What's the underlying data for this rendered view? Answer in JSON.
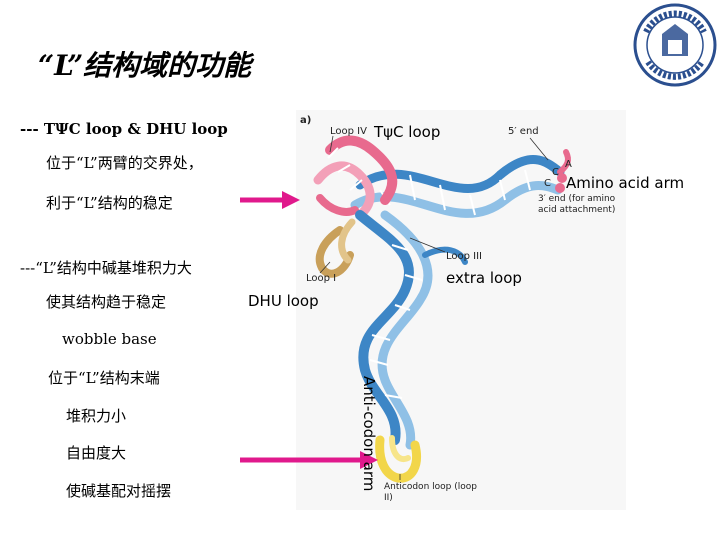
{
  "title": "“L”结构域的功能",
  "points": {
    "p1_heading": "--- TΨC loop & DHU loop",
    "p1_line1": "位于“L”两臂的交界处，",
    "p1_line2": "利于“L”结构的稳定",
    "p2_heading": "---“L”结构中碱基堆积力大",
    "p2_line1": "使其结构趋于稳定",
    "p3_heading": "wobble base",
    "p3_line1": "位于“L”结构末端",
    "p3_line2": "堆积力小",
    "p3_line3": "自由度大",
    "p3_line4": "使碱基配对摇摆"
  },
  "figure": {
    "panel_label": "a)",
    "loop4": "Loop IV",
    "tpsic_loop": "TψC loop",
    "five_end": "5′ end",
    "nuc_a": "A",
    "nuc_c": "C",
    "nuc_c2": "C",
    "amino_acid_arm": "Amino acid arm",
    "three_end": "3′ end (for amino acid attachment)",
    "loop3": "Loop III",
    "extra_loop": "extra loop",
    "loop1": "Loop I",
    "dhu_loop": "DHU loop",
    "anticodon_arm": "Anti-codon arm",
    "anticodon_loop": "Anticodon loop (loop II)"
  },
  "colors": {
    "arrow": "#e0198c",
    "pink_strand": "#e86a8e",
    "blue_strand": "#3d86c6",
    "light_blue": "#8fc0e6",
    "yellow_strand": "#f2d64a",
    "tan_strand": "#c9a05a"
  },
  "logo": {
    "text": "SHENZHEN UNIVERSITY 1983 深圳大学",
    "icon": "university-seal-icon"
  }
}
